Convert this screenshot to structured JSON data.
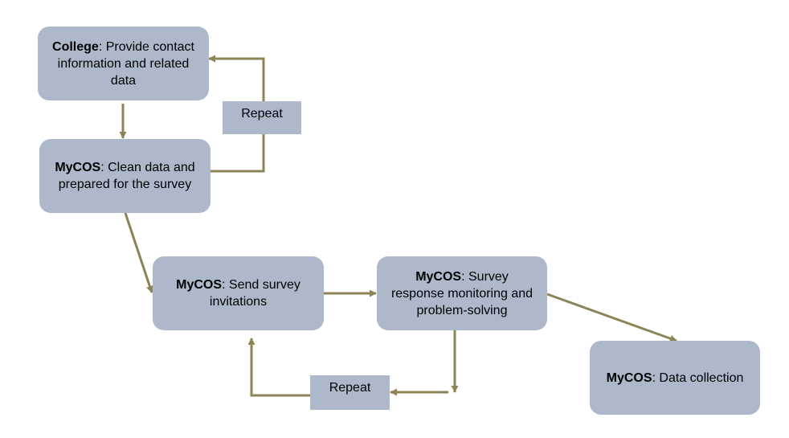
{
  "nodes": {
    "college": {
      "bold": "College",
      "text": ": Provide contact information and related data"
    },
    "clean": {
      "bold": "MyCOS",
      "text": ": Clean data and prepared for the survey"
    },
    "send": {
      "bold": "MyCOS",
      "text": ": Send survey invitations"
    },
    "monitor": {
      "bold": "MyCOS",
      "text": ": Survey response monitoring and problem-solving"
    },
    "collect": {
      "bold": "MyCOS",
      "text": ": Data collection"
    }
  },
  "repeat_top": "Repeat",
  "repeat_bottom": "Repeat",
  "colors": {
    "box": "#adb9ca",
    "arrow": "#8c8456"
  }
}
